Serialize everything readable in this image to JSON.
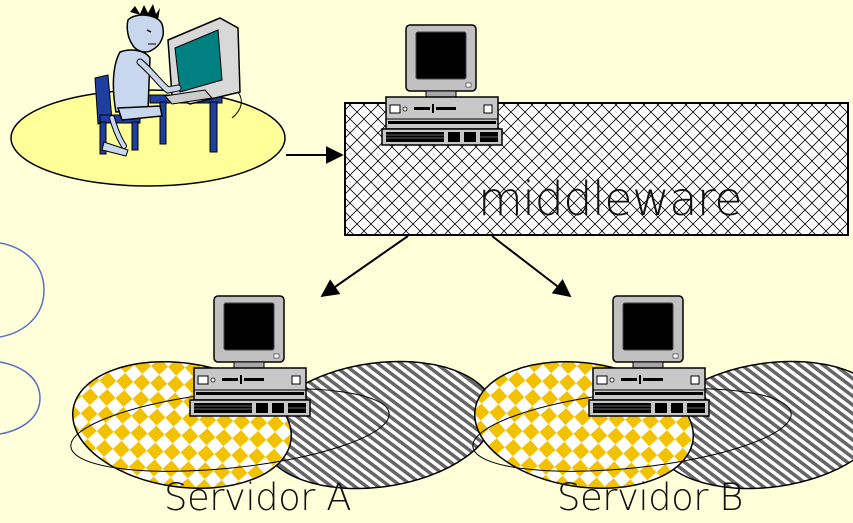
{
  "middleware": {
    "label": "middleware"
  },
  "servers": [
    {
      "label": "Servidor A"
    },
    {
      "label": "Servidor B"
    }
  ],
  "colors": {
    "background": "#FFFFD9",
    "user_disk": "#FFFF99",
    "checker": "#F2C200",
    "hatch": "#555555",
    "screen": "#008080",
    "monitor_body": "#C0C0C0",
    "side_arc": "#5570C8"
  }
}
